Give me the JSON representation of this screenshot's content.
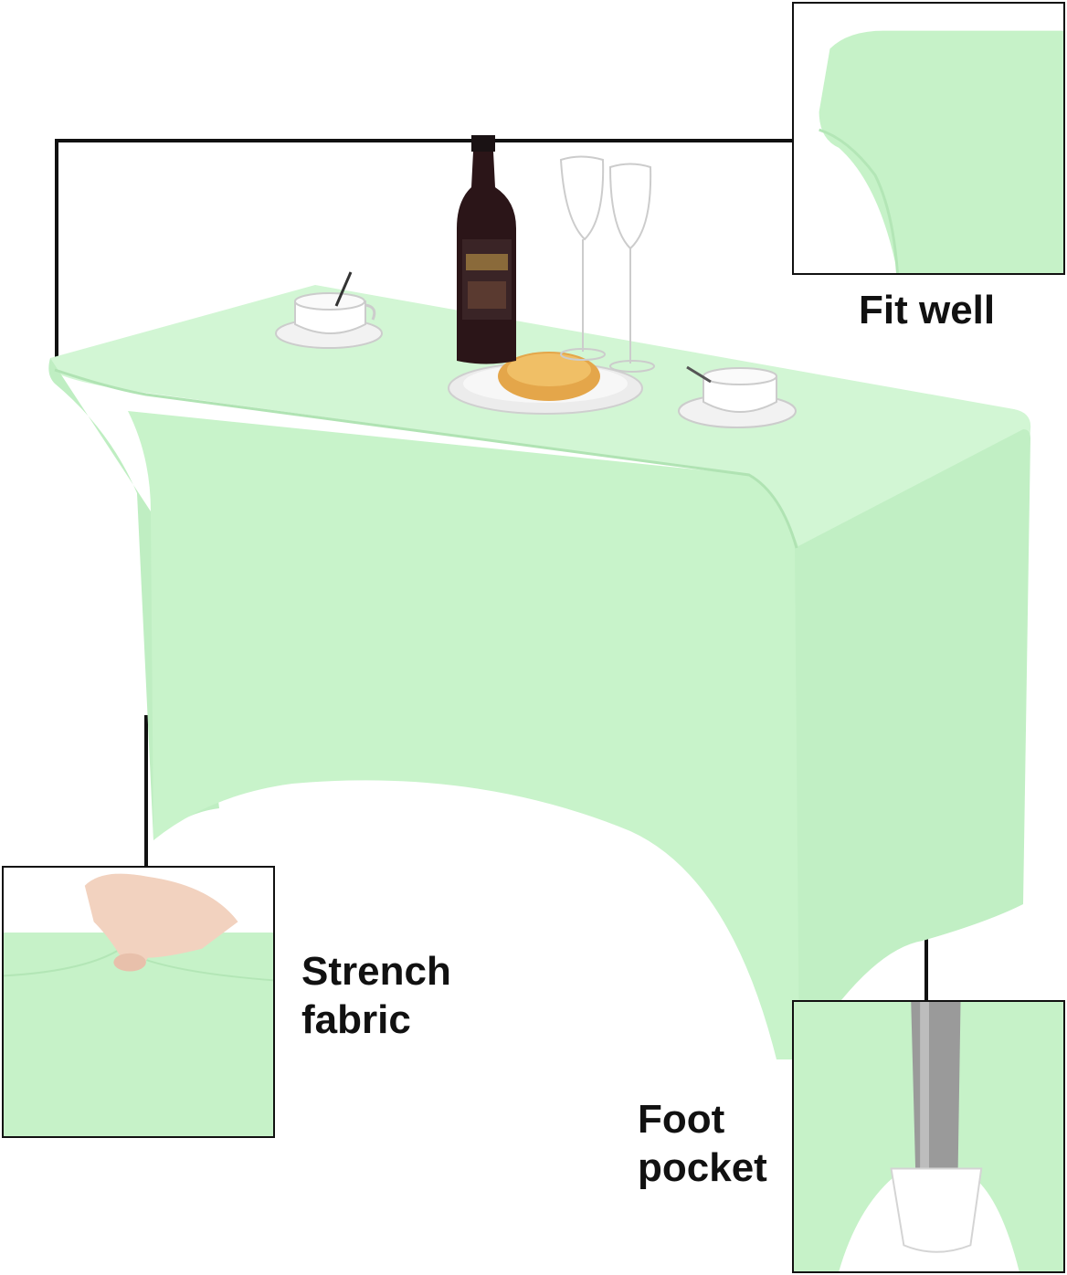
{
  "colors": {
    "cover": "#c6f2c8",
    "cover_shadow": "#b3e6b6",
    "cover_highlight": "#d4f7d6",
    "lines": "#111111",
    "background": "#ffffff"
  },
  "callouts": {
    "fit": {
      "label": "Fit well"
    },
    "stretch": {
      "line1": "Strench",
      "line2": "fabric"
    },
    "foot": {
      "line1": "Foot",
      "line2": "pocket"
    }
  },
  "icons": [
    "wine-bottle-icon",
    "wine-glass-icon",
    "coffee-cup-icon",
    "bread-plate-icon",
    "hand-icon",
    "table-leg-icon"
  ]
}
